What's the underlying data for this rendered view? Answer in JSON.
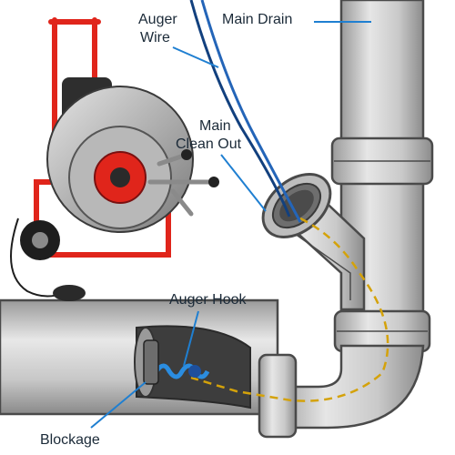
{
  "labels": {
    "auger_wire_line1": "Auger",
    "auger_wire_line2": "Wire",
    "main_drain": "Main Drain",
    "main_clean_out_line1": "Main",
    "main_clean_out_line2": "Clean Out",
    "auger_hook": "Auger Hook",
    "blockage": "Blockage"
  },
  "colors": {
    "leader_line": "#1f7fd1",
    "auger_cable": "#1a4f9c",
    "pipe_fill": "#cfcfcf",
    "pipe_outline": "#4a4a4a",
    "machine_frame": "#e0251b",
    "path_dashes": "#d4a20a"
  },
  "icons": [
    "drain-auger-machine-icon",
    "auger-hook-icon",
    "blockage-icon"
  ]
}
